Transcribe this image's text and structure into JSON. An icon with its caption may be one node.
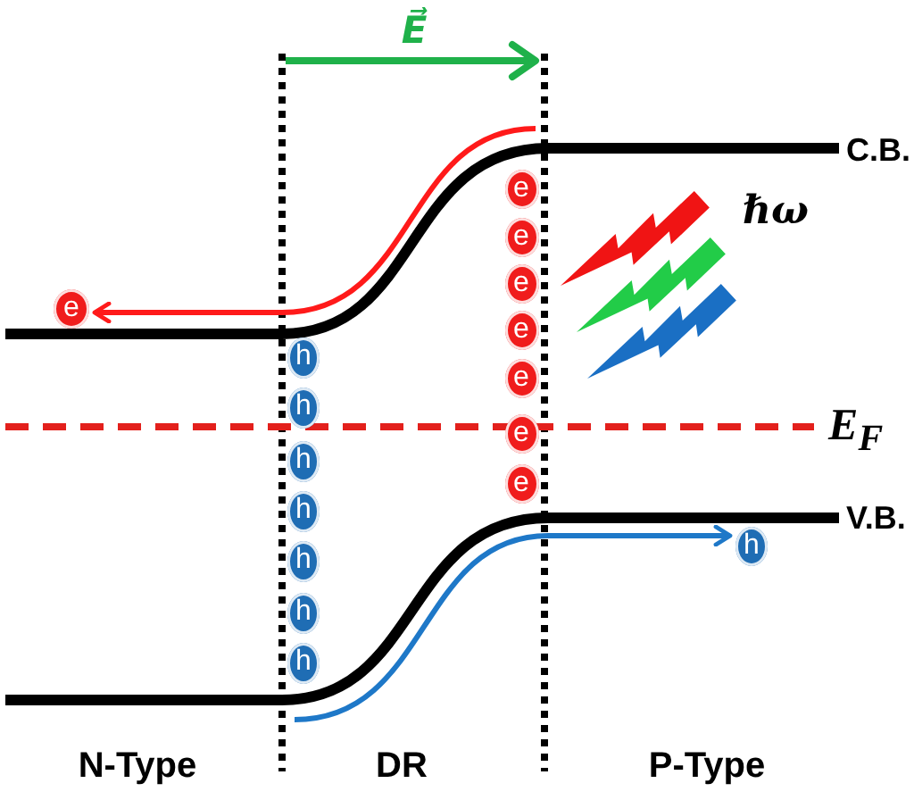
{
  "diagram": {
    "nodes": [
      {
        "text": [
          "e"
        ]
      },
      {
        "text": [
          "e"
        ]
      },
      {
        "text": [
          "e"
        ]
      },
      {
        "text": [
          "e"
        ]
      },
      {
        "text": [
          "e"
        ]
      },
      {
        "text": [
          "e"
        ]
      },
      {
        "text": [
          "e"
        ]
      },
      {
        "text": [
          "e"
        ]
      },
      {
        "text": [
          "h"
        ]
      },
      {
        "text": [
          "h"
        ]
      },
      {
        "text": [
          "h"
        ]
      },
      {
        "text": [
          "h"
        ]
      },
      {
        "text": [
          "h"
        ]
      },
      {
        "text": [
          "h"
        ]
      },
      {
        "text": [
          "h"
        ]
      },
      {
        "text": [
          "h"
        ]
      }
    ],
    "edges": [
      {
        "from": null,
        "to": 0,
        "arrow": "to",
        "color": "#ff1a1a"
      },
      {
        "from": null,
        "to": 15,
        "arrow": "to",
        "color": "#1e78c8"
      }
    ],
    "labels": [
      "E⃗",
      "C.B.",
      "ℏω",
      "E$_{F}$",
      "V.B.",
      "N-Type",
      "DR",
      "P-Type"
    ]
  }
}
